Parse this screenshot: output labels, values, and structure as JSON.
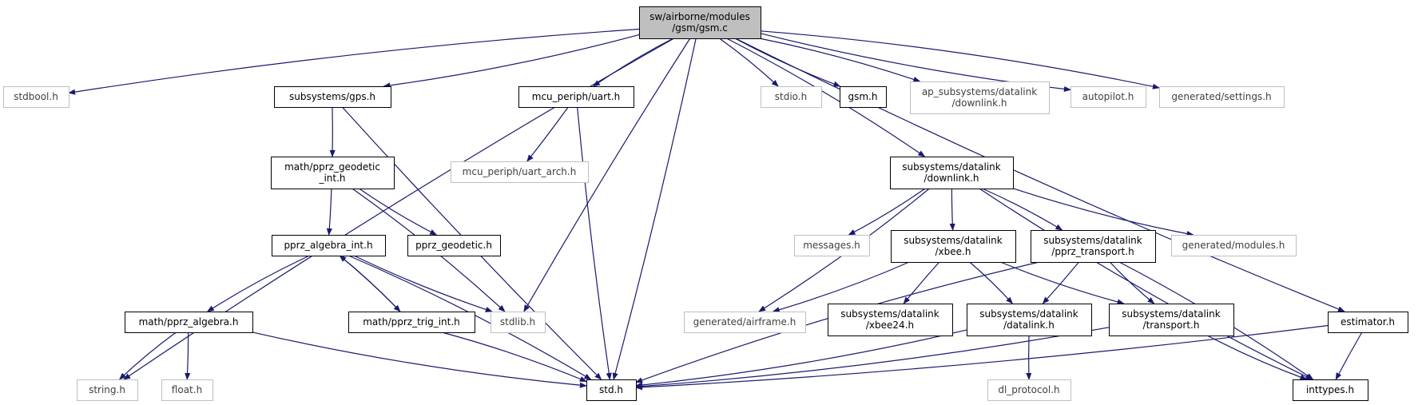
{
  "colors": {
    "edge": "#191970",
    "root_fill": "#bfbfbf",
    "documented_border": "#000000",
    "undocumented_border": "#bfbfbf",
    "text": "#000000",
    "text_muted": "#404040"
  },
  "nodes": [
    {
      "id": "gsm_c",
      "lines": [
        "sw/airborne/modules",
        "/gsm/gsm.c"
      ],
      "kind": "root"
    },
    {
      "id": "stdbool_h",
      "lines": [
        "stdbool.h"
      ],
      "kind": "undocumented"
    },
    {
      "id": "subsystems_gps_h",
      "lines": [
        "subsystems/gps.h"
      ],
      "kind": "documented"
    },
    {
      "id": "mcu_periph_uart_h",
      "lines": [
        "mcu_periph/uart.h"
      ],
      "kind": "documented"
    },
    {
      "id": "stdio_h",
      "lines": [
        "stdio.h"
      ],
      "kind": "undocumented"
    },
    {
      "id": "gsm_h",
      "lines": [
        "gsm.h"
      ],
      "kind": "documented"
    },
    {
      "id": "ap_downlink_h",
      "lines": [
        "ap_subsystems/datalink",
        "/downlink.h"
      ],
      "kind": "undocumented"
    },
    {
      "id": "autopilot_h",
      "lines": [
        "autopilot.h"
      ],
      "kind": "undocumented"
    },
    {
      "id": "generated_settings_h",
      "lines": [
        "generated/settings.h"
      ],
      "kind": "undocumented"
    },
    {
      "id": "math_pprz_geodetic_int_h",
      "lines": [
        "math/pprz_geodetic",
        "_int.h"
      ],
      "kind": "documented"
    },
    {
      "id": "mcu_periph_uart_arch_h",
      "lines": [
        "mcu_periph/uart_arch.h"
      ],
      "kind": "undocumented"
    },
    {
      "id": "subsystems_datalink_downlink_h",
      "lines": [
        "subsystems/datalink",
        "/downlink.h"
      ],
      "kind": "documented"
    },
    {
      "id": "pprz_algebra_int_h",
      "lines": [
        "pprz_algebra_int.h"
      ],
      "kind": "documented"
    },
    {
      "id": "pprz_geodetic_h",
      "lines": [
        "pprz_geodetic.h"
      ],
      "kind": "documented"
    },
    {
      "id": "messages_h",
      "lines": [
        "messages.h"
      ],
      "kind": "undocumented"
    },
    {
      "id": "subsystems_datalink_xbee_h",
      "lines": [
        "subsystems/datalink",
        "/xbee.h"
      ],
      "kind": "documented"
    },
    {
      "id": "subsystems_datalink_pprz_transport_h",
      "lines": [
        "subsystems/datalink",
        "/pprz_transport.h"
      ],
      "kind": "documented"
    },
    {
      "id": "generated_modules_h",
      "lines": [
        "generated/modules.h"
      ],
      "kind": "undocumented"
    },
    {
      "id": "math_pprz_algebra_h",
      "lines": [
        "math/pprz_algebra.h"
      ],
      "kind": "documented"
    },
    {
      "id": "math_pprz_trig_int_h",
      "lines": [
        "math/pprz_trig_int.h"
      ],
      "kind": "documented"
    },
    {
      "id": "stdlib_h",
      "lines": [
        "stdlib.h"
      ],
      "kind": "undocumented"
    },
    {
      "id": "generated_airframe_h",
      "lines": [
        "generated/airframe.h"
      ],
      "kind": "undocumented"
    },
    {
      "id": "subsystems_datalink_xbee24_h",
      "lines": [
        "subsystems/datalink",
        "/xbee24.h"
      ],
      "kind": "documented"
    },
    {
      "id": "subsystems_datalink_datalink_h",
      "lines": [
        "subsystems/datalink",
        "/datalink.h"
      ],
      "kind": "documented"
    },
    {
      "id": "subsystems_datalink_transport_h",
      "lines": [
        "subsystems/datalink",
        "/transport.h"
      ],
      "kind": "documented"
    },
    {
      "id": "estimator_h",
      "lines": [
        "estimator.h"
      ],
      "kind": "documented"
    },
    {
      "id": "string_h",
      "lines": [
        "string.h"
      ],
      "kind": "undocumented"
    },
    {
      "id": "float_h",
      "lines": [
        "float.h"
      ],
      "kind": "undocumented"
    },
    {
      "id": "std_h",
      "lines": [
        "std.h"
      ],
      "kind": "documented"
    },
    {
      "id": "dl_protocol_h",
      "lines": [
        "dl_protocol.h"
      ],
      "kind": "undocumented"
    },
    {
      "id": "inttypes_h",
      "lines": [
        "inttypes.h"
      ],
      "kind": "documented"
    }
  ],
  "edges": [
    [
      "gsm_c",
      "stdbool_h"
    ],
    [
      "gsm_c",
      "subsystems_gps_h"
    ],
    [
      "gsm_c",
      "mcu_periph_uart_h"
    ],
    [
      "gsm_c",
      "stdio_h"
    ],
    [
      "gsm_c",
      "gsm_h"
    ],
    [
      "gsm_c",
      "ap_downlink_h"
    ],
    [
      "gsm_c",
      "autopilot_h"
    ],
    [
      "gsm_c",
      "generated_settings_h"
    ],
    [
      "gsm_c",
      "string_h"
    ],
    [
      "gsm_c",
      "std_h"
    ],
    [
      "gsm_c",
      "stdlib_h"
    ],
    [
      "gsm_c",
      "subsystems_datalink_downlink_h"
    ],
    [
      "gsm_c",
      "estimator_h"
    ],
    [
      "subsystems_gps_h",
      "math_pprz_geodetic_int_h"
    ],
    [
      "subsystems_gps_h",
      "std_h"
    ],
    [
      "mcu_periph_uart_h",
      "mcu_periph_uart_arch_h"
    ],
    [
      "mcu_periph_uart_h",
      "std_h"
    ],
    [
      "math_pprz_geodetic_int_h",
      "pprz_algebra_int_h"
    ],
    [
      "math_pprz_geodetic_int_h",
      "pprz_geodetic_h"
    ],
    [
      "math_pprz_geodetic_int_h",
      "stdlib_h"
    ],
    [
      "pprz_algebra_int_h",
      "math_pprz_algebra_h"
    ],
    [
      "pprz_algebra_int_h",
      "math_pprz_trig_int_h"
    ],
    [
      "pprz_algebra_int_h",
      "stdlib_h"
    ],
    [
      "pprz_algebra_int_h",
      "std_h"
    ],
    [
      "math_pprz_trig_int_h",
      "pprz_algebra_int_h"
    ],
    [
      "math_pprz_trig_int_h",
      "std_h"
    ],
    [
      "math_pprz_algebra_h",
      "string_h"
    ],
    [
      "math_pprz_algebra_h",
      "float_h"
    ],
    [
      "math_pprz_algebra_h",
      "std_h"
    ],
    [
      "subsystems_datalink_downlink_h",
      "messages_h"
    ],
    [
      "subsystems_datalink_downlink_h",
      "subsystems_datalink_xbee_h"
    ],
    [
      "subsystems_datalink_downlink_h",
      "subsystems_datalink_pprz_transport_h"
    ],
    [
      "subsystems_datalink_downlink_h",
      "generated_modules_h"
    ],
    [
      "subsystems_datalink_downlink_h",
      "generated_airframe_h"
    ],
    [
      "subsystems_datalink_downlink_h",
      "inttypes_h"
    ],
    [
      "subsystems_datalink_xbee_h",
      "generated_airframe_h"
    ],
    [
      "subsystems_datalink_xbee_h",
      "subsystems_datalink_xbee24_h"
    ],
    [
      "subsystems_datalink_xbee_h",
      "subsystems_datalink_datalink_h"
    ],
    [
      "subsystems_datalink_xbee_h",
      "subsystems_datalink_transport_h"
    ],
    [
      "subsystems_datalink_pprz_transport_h",
      "subsystems_datalink_datalink_h"
    ],
    [
      "subsystems_datalink_pprz_transport_h",
      "subsystems_datalink_transport_h"
    ],
    [
      "subsystems_datalink_pprz_transport_h",
      "inttypes_h"
    ],
    [
      "subsystems_datalink_pprz_transport_h",
      "std_h"
    ],
    [
      "subsystems_datalink_datalink_h",
      "std_h"
    ],
    [
      "subsystems_datalink_datalink_h",
      "dl_protocol_h"
    ],
    [
      "subsystems_datalink_transport_h",
      "std_h"
    ],
    [
      "subsystems_datalink_transport_h",
      "inttypes_h"
    ],
    [
      "estimator_h",
      "std_h"
    ],
    [
      "estimator_h",
      "inttypes_h"
    ]
  ]
}
